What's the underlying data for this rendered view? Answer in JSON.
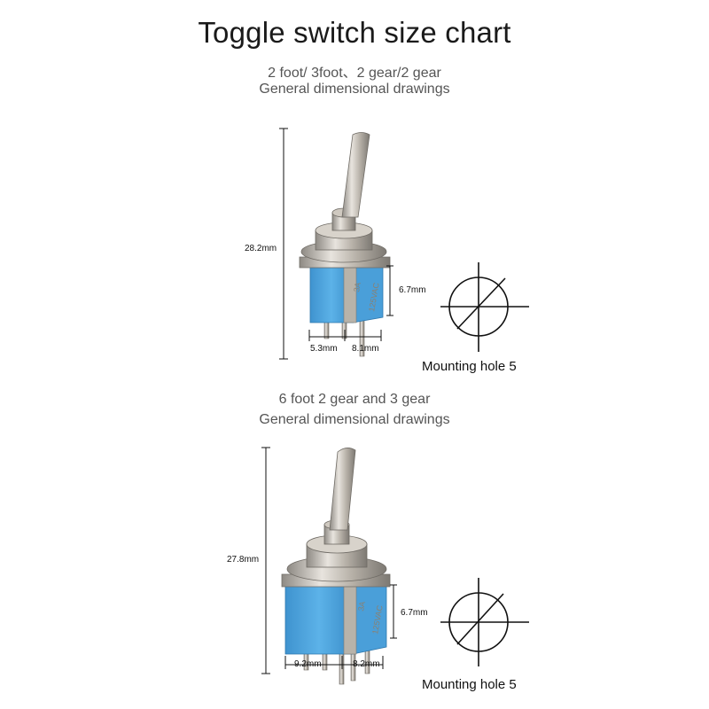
{
  "title": "Toggle switch size chart",
  "section_one": {
    "line1": "2 foot/ 3foot、2 gear/2 gear",
    "line2": "General dimensional drawings",
    "height_dim": "28.2mm",
    "body_dim": "6.7mm",
    "pin_dim_left": "5.3mm",
    "pin_dim_right": "8.1mm",
    "hole_label": "Mounting hole 5",
    "body_text_a": "3A",
    "body_text_b": "125VAC"
  },
  "section_two": {
    "line1": "6 foot 2 gear and 3 gear",
    "line2": "General dimensional drawings",
    "height_dim": "27.8mm",
    "body_dim": "6.7mm",
    "pin_dim_left": "9.2mm",
    "pin_dim_right": "8.2mm",
    "hole_label": "Mounting hole 5",
    "body_text_a": "3A",
    "body_text_b": "125VAC"
  },
  "colors": {
    "switch_body": "#4fa6df",
    "metal": "#c9c3ba",
    "line": "#111111"
  }
}
